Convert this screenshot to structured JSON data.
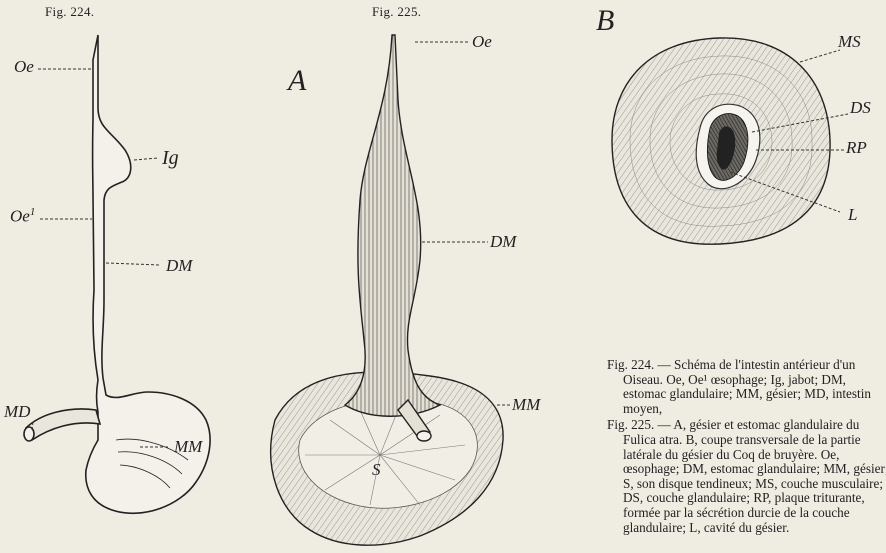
{
  "figures": {
    "fig224": {
      "title": "Fig. 224.",
      "labels": {
        "oe": "Oe",
        "ig": "Ig",
        "oe1": "Oe",
        "oe1_sup": "1",
        "dm": "DM",
        "md": "MD",
        "mm": "MM"
      }
    },
    "fig225": {
      "title": "Fig. 225.",
      "panel_a": "A",
      "panel_b": "B",
      "labels": {
        "oe": "Oe",
        "dm": "DM",
        "mm": "MM",
        "s": "S",
        "ms": "MS",
        "ds": "DS",
        "rp": "RP",
        "l": "L"
      }
    }
  },
  "caption": {
    "fig224_text": "Fig. 224. — Schéma de l'intestin antérieur d'un Oiseau. Oe, Oe¹ œsophage; Ig, jabot; DM, estomac glandulaire; MM, gésier; MD, intestin moyen,",
    "fig225_text": "Fig. 225. — A, gésier et estomac glandulaire du Fulica atra. B, coupe transversale de la partie latérale du gésier du Coq de bruyère. Oe, œsophage; DM, estomac glandulaire; MM, gésier; S, son disque tendineux; MS, couche musculaire; DS, couche glandulaire; RP, plaque triturante, formée par la sécrétion durcie de la couche glandulaire; L, cavité du gésier."
  }
}
